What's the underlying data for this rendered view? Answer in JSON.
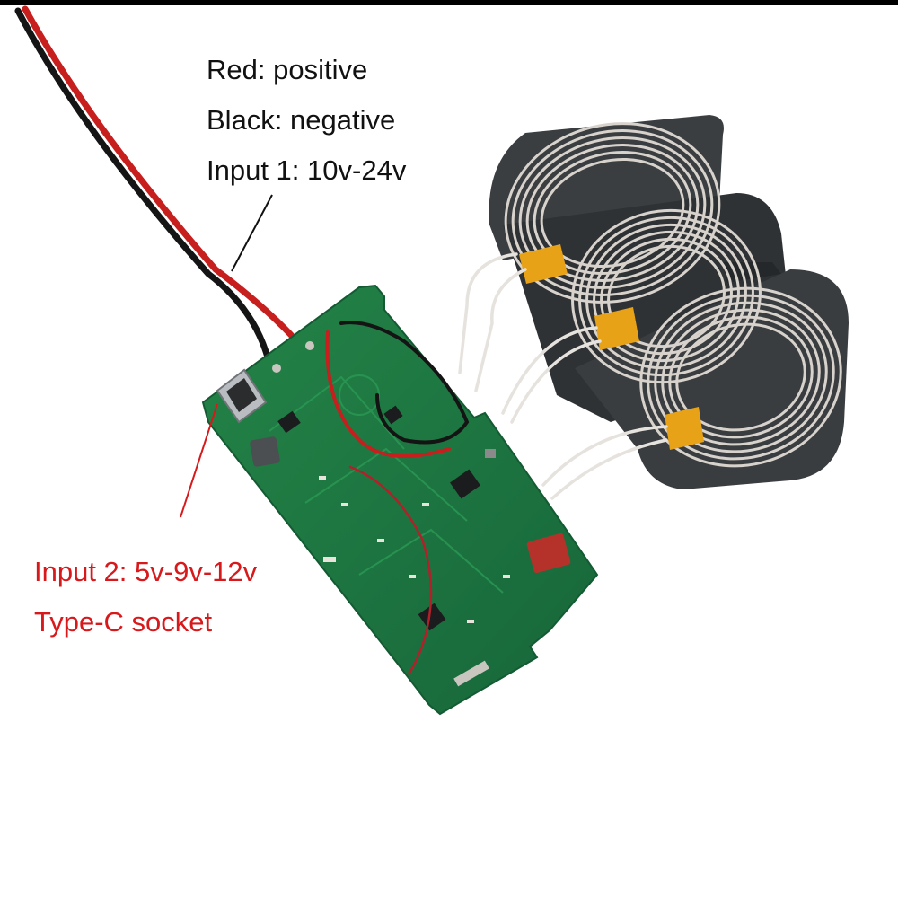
{
  "labels": {
    "red_wire": "Red: positive",
    "black_wire": "Black: negative",
    "input1": "Input 1: 10v-24v",
    "input2": "Input 2: 5v-9v-12v",
    "typec": "Type-C socket"
  },
  "colors": {
    "pcb_green": "#1f7a3e",
    "label_red": "#d7191c",
    "label_black": "#111111",
    "coil_copper": "#d8d2cc",
    "ferrite": "#3a3d40",
    "capacitor_red": "#b5322b",
    "kapton_tape": "#e8a218"
  },
  "icons": {
    "typec_socket": "usb-c-icon",
    "capacitor": "capacitor-icon",
    "inductor": "inductor-icon"
  }
}
